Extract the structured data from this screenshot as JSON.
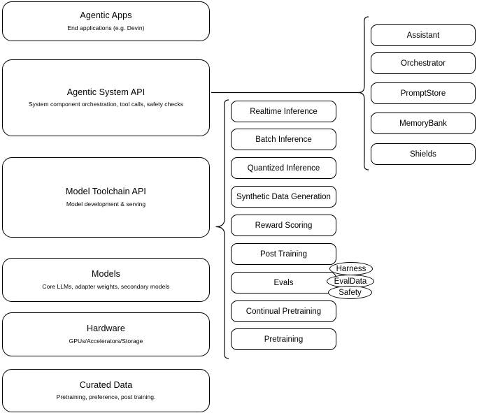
{
  "diagram": {
    "title": "AI stack layered architecture diagram",
    "stroke_color": "#000000",
    "background_color": "#ffffff"
  },
  "layers": [
    {
      "id": "agentic-apps",
      "title": "Agentic Apps",
      "subtitle": "End applications (e.g. Devin)"
    },
    {
      "id": "agentic-system-api",
      "title": "Agentic System API",
      "subtitle": "System component orchestration, tool calls, safety checks"
    },
    {
      "id": "model-toolchain-api",
      "title": "Model Toolchain API",
      "subtitle": "Model development & serving"
    },
    {
      "id": "models",
      "title": "Models",
      "subtitle": "Core LLMs, adapter weights, secondary models"
    },
    {
      "id": "hardware",
      "title": "Hardware",
      "subtitle": "GPUs/Accelerators/Storage"
    },
    {
      "id": "curated-data",
      "title": "Curated Data",
      "subtitle": "Pretraining, preference, post training."
    }
  ],
  "toolchain_capabilities": [
    {
      "id": "realtime-inference",
      "label": "Realtime Inference"
    },
    {
      "id": "batch-inference",
      "label": "Batch Inference"
    },
    {
      "id": "quantized-inference",
      "label": "Quantized Inference"
    },
    {
      "id": "synthetic-data-generation",
      "label": "Synthetic Data Generation"
    },
    {
      "id": "reward-scoring",
      "label": "Reward Scoring"
    },
    {
      "id": "post-training",
      "label": "Post Training"
    },
    {
      "id": "evals",
      "label": "Evals"
    },
    {
      "id": "continual-pretraining",
      "label": "Continual Pretraining"
    },
    {
      "id": "pretraining",
      "label": "Pretraining"
    }
  ],
  "eval_badges": [
    {
      "id": "harness",
      "label": "Harness"
    },
    {
      "id": "evaldata",
      "label": "EvalData"
    },
    {
      "id": "safety",
      "label": "Safety"
    }
  ],
  "system_components": [
    {
      "id": "assistant",
      "label": "Assistant"
    },
    {
      "id": "orchestrator",
      "label": "Orchestrator"
    },
    {
      "id": "promptstore",
      "label": "PromptStore"
    },
    {
      "id": "memorybank",
      "label": "MemoryBank"
    },
    {
      "id": "shields",
      "label": "Shields"
    }
  ]
}
